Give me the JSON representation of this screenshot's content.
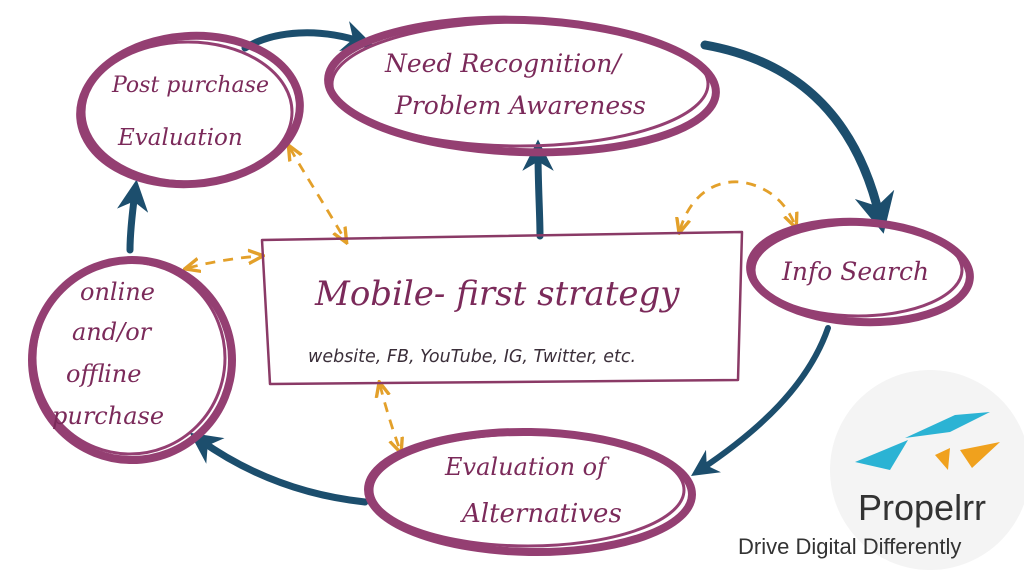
{
  "nodes": {
    "need_recognition": {
      "line1": "Need Recognition/",
      "line2": "Problem Awareness"
    },
    "info_search": {
      "label": "Info Search"
    },
    "evaluation_alternatives": {
      "line1": "Evaluation of",
      "line2": "Alternatives"
    },
    "purchase": {
      "line1": "online",
      "line2": "and/or",
      "line3": "offline",
      "line4": "purchase"
    },
    "post_purchase": {
      "line1": "Post purchase",
      "line2": "Evaluation"
    }
  },
  "center": {
    "title": "Mobile- first strategy",
    "channels": "website, FB, YouTube, IG, Twitter, etc."
  },
  "brand": {
    "name": "Propelrr",
    "tagline": "Drive Digital Differently"
  },
  "colors": {
    "ellipse_stroke": "#943f72",
    "cycle_arrow": "#1c4e6d",
    "dashed_arrow": "#e3a02a",
    "box_stroke": "#8a3a66",
    "logo_cyan": "#2bb3d4",
    "logo_orange": "#f0a11d"
  }
}
